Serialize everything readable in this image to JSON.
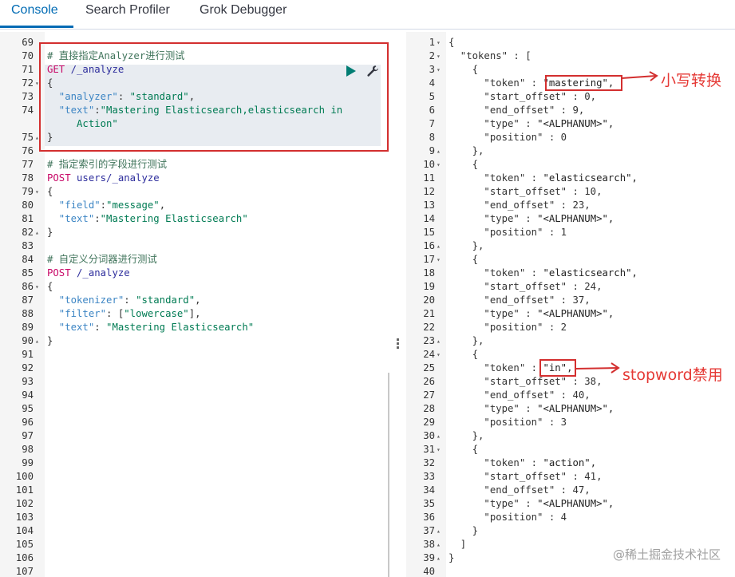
{
  "tabs": [
    {
      "label": "Console",
      "active": true
    },
    {
      "label": "Search Profiler",
      "active": false
    },
    {
      "label": "Grok Debugger",
      "active": false
    }
  ],
  "icons": {
    "run": "play-icon",
    "settings": "wrench-icon"
  },
  "colors": {
    "accent": "#006bb4",
    "annotation": "#d32f2f",
    "run": "#017d73"
  },
  "request_editor": {
    "lines": [
      {
        "n": "69",
        "f": "",
        "t": []
      },
      {
        "n": "70",
        "f": "",
        "t": [
          {
            "c": "c-comment",
            "s": "# 直接指定Analyzer进行测试"
          }
        ]
      },
      {
        "n": "71",
        "f": "",
        "t": [
          {
            "c": "c-method",
            "s": "GET"
          },
          {
            "c": "c-url",
            "s": " /_analyze"
          }
        ]
      },
      {
        "n": "72",
        "f": "▾",
        "t": [
          {
            "c": "c-punc",
            "s": "{"
          }
        ]
      },
      {
        "n": "73",
        "f": "",
        "t": [
          {
            "c": "c-key",
            "s": "  \"analyzer\""
          },
          {
            "c": "c-punc",
            "s": ": "
          },
          {
            "c": "c-str",
            "s": "\"standard\""
          },
          {
            "c": "c-punc",
            "s": ","
          }
        ]
      },
      {
        "n": "74",
        "f": "",
        "t": [
          {
            "c": "c-key",
            "s": "  \"text\""
          },
          {
            "c": "c-punc",
            "s": ":"
          },
          {
            "c": "c-str",
            "s": "\"Mastering Elasticsearch,elasticsearch in"
          }
        ]
      },
      {
        "n": "",
        "f": "",
        "t": [
          {
            "c": "c-str",
            "s": "     Action\""
          }
        ]
      },
      {
        "n": "75",
        "f": "▴",
        "t": [
          {
            "c": "c-punc",
            "s": "}"
          }
        ]
      },
      {
        "n": "76",
        "f": "",
        "t": []
      },
      {
        "n": "77",
        "f": "",
        "t": [
          {
            "c": "c-comment",
            "s": "# 指定索引的字段进行测试"
          }
        ]
      },
      {
        "n": "78",
        "f": "",
        "t": [
          {
            "c": "c-method",
            "s": "POST"
          },
          {
            "c": "c-url",
            "s": " users/_analyze"
          }
        ]
      },
      {
        "n": "79",
        "f": "▾",
        "t": [
          {
            "c": "c-punc",
            "s": "{"
          }
        ]
      },
      {
        "n": "80",
        "f": "",
        "t": [
          {
            "c": "c-key",
            "s": "  \"field\""
          },
          {
            "c": "c-punc",
            "s": ":"
          },
          {
            "c": "c-str",
            "s": "\"message\""
          },
          {
            "c": "c-punc",
            "s": ","
          }
        ]
      },
      {
        "n": "81",
        "f": "",
        "t": [
          {
            "c": "c-key",
            "s": "  \"text\""
          },
          {
            "c": "c-punc",
            "s": ":"
          },
          {
            "c": "c-str",
            "s": "\"Mastering Elasticsearch\""
          }
        ]
      },
      {
        "n": "82",
        "f": "▴",
        "t": [
          {
            "c": "c-punc",
            "s": "}"
          }
        ]
      },
      {
        "n": "83",
        "f": "",
        "t": []
      },
      {
        "n": "84",
        "f": "",
        "t": [
          {
            "c": "c-comment",
            "s": "# 自定义分词器进行测试"
          }
        ]
      },
      {
        "n": "85",
        "f": "",
        "t": [
          {
            "c": "c-method",
            "s": "POST"
          },
          {
            "c": "c-url",
            "s": " /_analyze"
          }
        ]
      },
      {
        "n": "86",
        "f": "▾",
        "t": [
          {
            "c": "c-punc",
            "s": "{"
          }
        ]
      },
      {
        "n": "87",
        "f": "",
        "t": [
          {
            "c": "c-key",
            "s": "  \"tokenizer\""
          },
          {
            "c": "c-punc",
            "s": ": "
          },
          {
            "c": "c-str",
            "s": "\"standard\""
          },
          {
            "c": "c-punc",
            "s": ","
          }
        ]
      },
      {
        "n": "88",
        "f": "",
        "t": [
          {
            "c": "c-key",
            "s": "  \"filter\""
          },
          {
            "c": "c-punc",
            "s": ": ["
          },
          {
            "c": "c-str",
            "s": "\"lowercase\""
          },
          {
            "c": "c-punc",
            "s": "],"
          }
        ]
      },
      {
        "n": "89",
        "f": "",
        "t": [
          {
            "c": "c-key",
            "s": "  \"text\""
          },
          {
            "c": "c-punc",
            "s": ": "
          },
          {
            "c": "c-str",
            "s": "\"Mastering Elasticsearch\""
          }
        ]
      },
      {
        "n": "90",
        "f": "▴",
        "t": [
          {
            "c": "c-punc",
            "s": "}"
          }
        ]
      },
      {
        "n": "91",
        "f": "",
        "t": []
      },
      {
        "n": "92",
        "f": "",
        "t": []
      },
      {
        "n": "93",
        "f": "",
        "t": []
      },
      {
        "n": "94",
        "f": "",
        "t": []
      },
      {
        "n": "95",
        "f": "",
        "t": []
      },
      {
        "n": "96",
        "f": "",
        "t": []
      },
      {
        "n": "97",
        "f": "",
        "t": []
      },
      {
        "n": "98",
        "f": "",
        "t": []
      },
      {
        "n": "99",
        "f": "",
        "t": []
      },
      {
        "n": "100",
        "f": "",
        "t": []
      },
      {
        "n": "101",
        "f": "",
        "t": []
      },
      {
        "n": "102",
        "f": "",
        "t": []
      },
      {
        "n": "103",
        "f": "",
        "t": []
      },
      {
        "n": "104",
        "f": "",
        "t": []
      },
      {
        "n": "105",
        "f": "",
        "t": []
      },
      {
        "n": "106",
        "f": "",
        "t": []
      },
      {
        "n": "107",
        "f": "",
        "t": []
      }
    ]
  },
  "response_editor": {
    "lines": [
      {
        "n": "1",
        "f": "▾",
        "t": [
          {
            "c": "o-key",
            "s": "{"
          }
        ]
      },
      {
        "n": "2",
        "f": "▾",
        "t": [
          {
            "c": "o-key",
            "s": "  \"tokens\" : ["
          }
        ]
      },
      {
        "n": "3",
        "f": "▾",
        "t": [
          {
            "c": "o-key",
            "s": "    {"
          }
        ]
      },
      {
        "n": "4",
        "f": "",
        "t": [
          {
            "c": "o-key",
            "s": "      \"token\" : "
          },
          {
            "c": "o-str",
            "s": "\"mastering\","
          }
        ]
      },
      {
        "n": "5",
        "f": "",
        "t": [
          {
            "c": "o-key",
            "s": "      \"start_offset\" : "
          },
          {
            "c": "c-num",
            "s": "0,"
          }
        ]
      },
      {
        "n": "6",
        "f": "",
        "t": [
          {
            "c": "o-key",
            "s": "      \"end_offset\" : "
          },
          {
            "c": "c-num",
            "s": "9,"
          }
        ]
      },
      {
        "n": "7",
        "f": "",
        "t": [
          {
            "c": "o-key",
            "s": "      \"type\" : "
          },
          {
            "c": "o-str",
            "s": "\"<ALPHANUM>\","
          }
        ]
      },
      {
        "n": "8",
        "f": "",
        "t": [
          {
            "c": "o-key",
            "s": "      \"position\" : "
          },
          {
            "c": "c-num",
            "s": "0"
          }
        ]
      },
      {
        "n": "9",
        "f": "▴",
        "t": [
          {
            "c": "o-key",
            "s": "    },"
          }
        ]
      },
      {
        "n": "10",
        "f": "▾",
        "t": [
          {
            "c": "o-key",
            "s": "    {"
          }
        ]
      },
      {
        "n": "11",
        "f": "",
        "t": [
          {
            "c": "o-key",
            "s": "      \"token\" : "
          },
          {
            "c": "o-str",
            "s": "\"elasticsearch\","
          }
        ]
      },
      {
        "n": "12",
        "f": "",
        "t": [
          {
            "c": "o-key",
            "s": "      \"start_offset\" : "
          },
          {
            "c": "c-num",
            "s": "10,"
          }
        ]
      },
      {
        "n": "13",
        "f": "",
        "t": [
          {
            "c": "o-key",
            "s": "      \"end_offset\" : "
          },
          {
            "c": "c-num",
            "s": "23,"
          }
        ]
      },
      {
        "n": "14",
        "f": "",
        "t": [
          {
            "c": "o-key",
            "s": "      \"type\" : "
          },
          {
            "c": "o-str",
            "s": "\"<ALPHANUM>\","
          }
        ]
      },
      {
        "n": "15",
        "f": "",
        "t": [
          {
            "c": "o-key",
            "s": "      \"position\" : "
          },
          {
            "c": "c-num",
            "s": "1"
          }
        ]
      },
      {
        "n": "16",
        "f": "▴",
        "t": [
          {
            "c": "o-key",
            "s": "    },"
          }
        ]
      },
      {
        "n": "17",
        "f": "▾",
        "t": [
          {
            "c": "o-key",
            "s": "    {"
          }
        ]
      },
      {
        "n": "18",
        "f": "",
        "t": [
          {
            "c": "o-key",
            "s": "      \"token\" : "
          },
          {
            "c": "o-str",
            "s": "\"elasticsearch\","
          }
        ]
      },
      {
        "n": "19",
        "f": "",
        "t": [
          {
            "c": "o-key",
            "s": "      \"start_offset\" : "
          },
          {
            "c": "c-num",
            "s": "24,"
          }
        ]
      },
      {
        "n": "20",
        "f": "",
        "t": [
          {
            "c": "o-key",
            "s": "      \"end_offset\" : "
          },
          {
            "c": "c-num",
            "s": "37,"
          }
        ]
      },
      {
        "n": "21",
        "f": "",
        "t": [
          {
            "c": "o-key",
            "s": "      \"type\" : "
          },
          {
            "c": "o-str",
            "s": "\"<ALPHANUM>\","
          }
        ]
      },
      {
        "n": "22",
        "f": "",
        "t": [
          {
            "c": "o-key",
            "s": "      \"position\" : "
          },
          {
            "c": "c-num",
            "s": "2"
          }
        ]
      },
      {
        "n": "23",
        "f": "▴",
        "t": [
          {
            "c": "o-key",
            "s": "    },"
          }
        ]
      },
      {
        "n": "24",
        "f": "▾",
        "t": [
          {
            "c": "o-key",
            "s": "    {"
          }
        ]
      },
      {
        "n": "25",
        "f": "",
        "t": [
          {
            "c": "o-key",
            "s": "      \"token\" : "
          },
          {
            "c": "o-str",
            "s": "\"in\","
          }
        ]
      },
      {
        "n": "26",
        "f": "",
        "t": [
          {
            "c": "o-key",
            "s": "      \"start_offset\" : "
          },
          {
            "c": "c-num",
            "s": "38,"
          }
        ]
      },
      {
        "n": "27",
        "f": "",
        "t": [
          {
            "c": "o-key",
            "s": "      \"end_offset\" : "
          },
          {
            "c": "c-num",
            "s": "40,"
          }
        ]
      },
      {
        "n": "28",
        "f": "",
        "t": [
          {
            "c": "o-key",
            "s": "      \"type\" : "
          },
          {
            "c": "o-str",
            "s": "\"<ALPHANUM>\","
          }
        ]
      },
      {
        "n": "29",
        "f": "",
        "t": [
          {
            "c": "o-key",
            "s": "      \"position\" : "
          },
          {
            "c": "c-num",
            "s": "3"
          }
        ]
      },
      {
        "n": "30",
        "f": "▴",
        "t": [
          {
            "c": "o-key",
            "s": "    },"
          }
        ]
      },
      {
        "n": "31",
        "f": "▾",
        "t": [
          {
            "c": "o-key",
            "s": "    {"
          }
        ]
      },
      {
        "n": "32",
        "f": "",
        "t": [
          {
            "c": "o-key",
            "s": "      \"token\" : "
          },
          {
            "c": "o-str",
            "s": "\"action\","
          }
        ]
      },
      {
        "n": "33",
        "f": "",
        "t": [
          {
            "c": "o-key",
            "s": "      \"start_offset\" : "
          },
          {
            "c": "c-num",
            "s": "41,"
          }
        ]
      },
      {
        "n": "34",
        "f": "",
        "t": [
          {
            "c": "o-key",
            "s": "      \"end_offset\" : "
          },
          {
            "c": "c-num",
            "s": "47,"
          }
        ]
      },
      {
        "n": "35",
        "f": "",
        "t": [
          {
            "c": "o-key",
            "s": "      \"type\" : "
          },
          {
            "c": "o-str",
            "s": "\"<ALPHANUM>\","
          }
        ]
      },
      {
        "n": "36",
        "f": "",
        "t": [
          {
            "c": "o-key",
            "s": "      \"position\" : "
          },
          {
            "c": "c-num",
            "s": "4"
          }
        ]
      },
      {
        "n": "37",
        "f": "▴",
        "t": [
          {
            "c": "o-key",
            "s": "    }"
          }
        ]
      },
      {
        "n": "38",
        "f": "▴",
        "t": [
          {
            "c": "o-key",
            "s": "  ]"
          }
        ]
      },
      {
        "n": "39",
        "f": "▴",
        "t": [
          {
            "c": "o-key",
            "s": "}"
          }
        ]
      },
      {
        "n": "40",
        "f": "",
        "t": []
      }
    ]
  },
  "annotations": {
    "lowercase": "小写转换",
    "stopword": "stopword禁用"
  },
  "watermark": "@稀土掘金技术社区"
}
